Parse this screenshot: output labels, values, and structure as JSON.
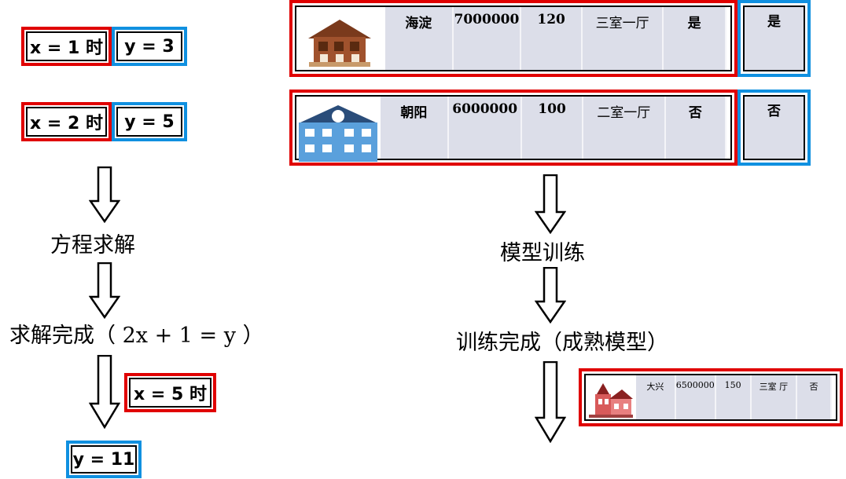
{
  "left": {
    "pair1": {
      "x": "x = 1 时",
      "y": "y = 3"
    },
    "pair2": {
      "x": "x = 2 时",
      "y": "y = 5"
    },
    "step1": "方程求解",
    "step2": "求解完成（ 2x + 1 = y ）",
    "query_x": "x = 5 时",
    "answer_y": "y = 11"
  },
  "right": {
    "house1": {
      "district": "海淀",
      "price": "7000000",
      "area": "120",
      "layout": "三室一厅",
      "flag": "是",
      "label": "是"
    },
    "house2": {
      "district": "朝阳",
      "price": "6000000",
      "area": "100",
      "layout": "二室一厅",
      "flag": "否",
      "label": "否"
    },
    "step1": "模型训练",
    "step2": "训练完成（成熟模型）",
    "query_house": {
      "district": "大兴",
      "price": "6500000",
      "area": "150",
      "layout": "三室 厅",
      "flag": "否"
    }
  },
  "colors": {
    "red": "#e00000",
    "blue": "#1090e0",
    "cell": "#dcdee9"
  }
}
